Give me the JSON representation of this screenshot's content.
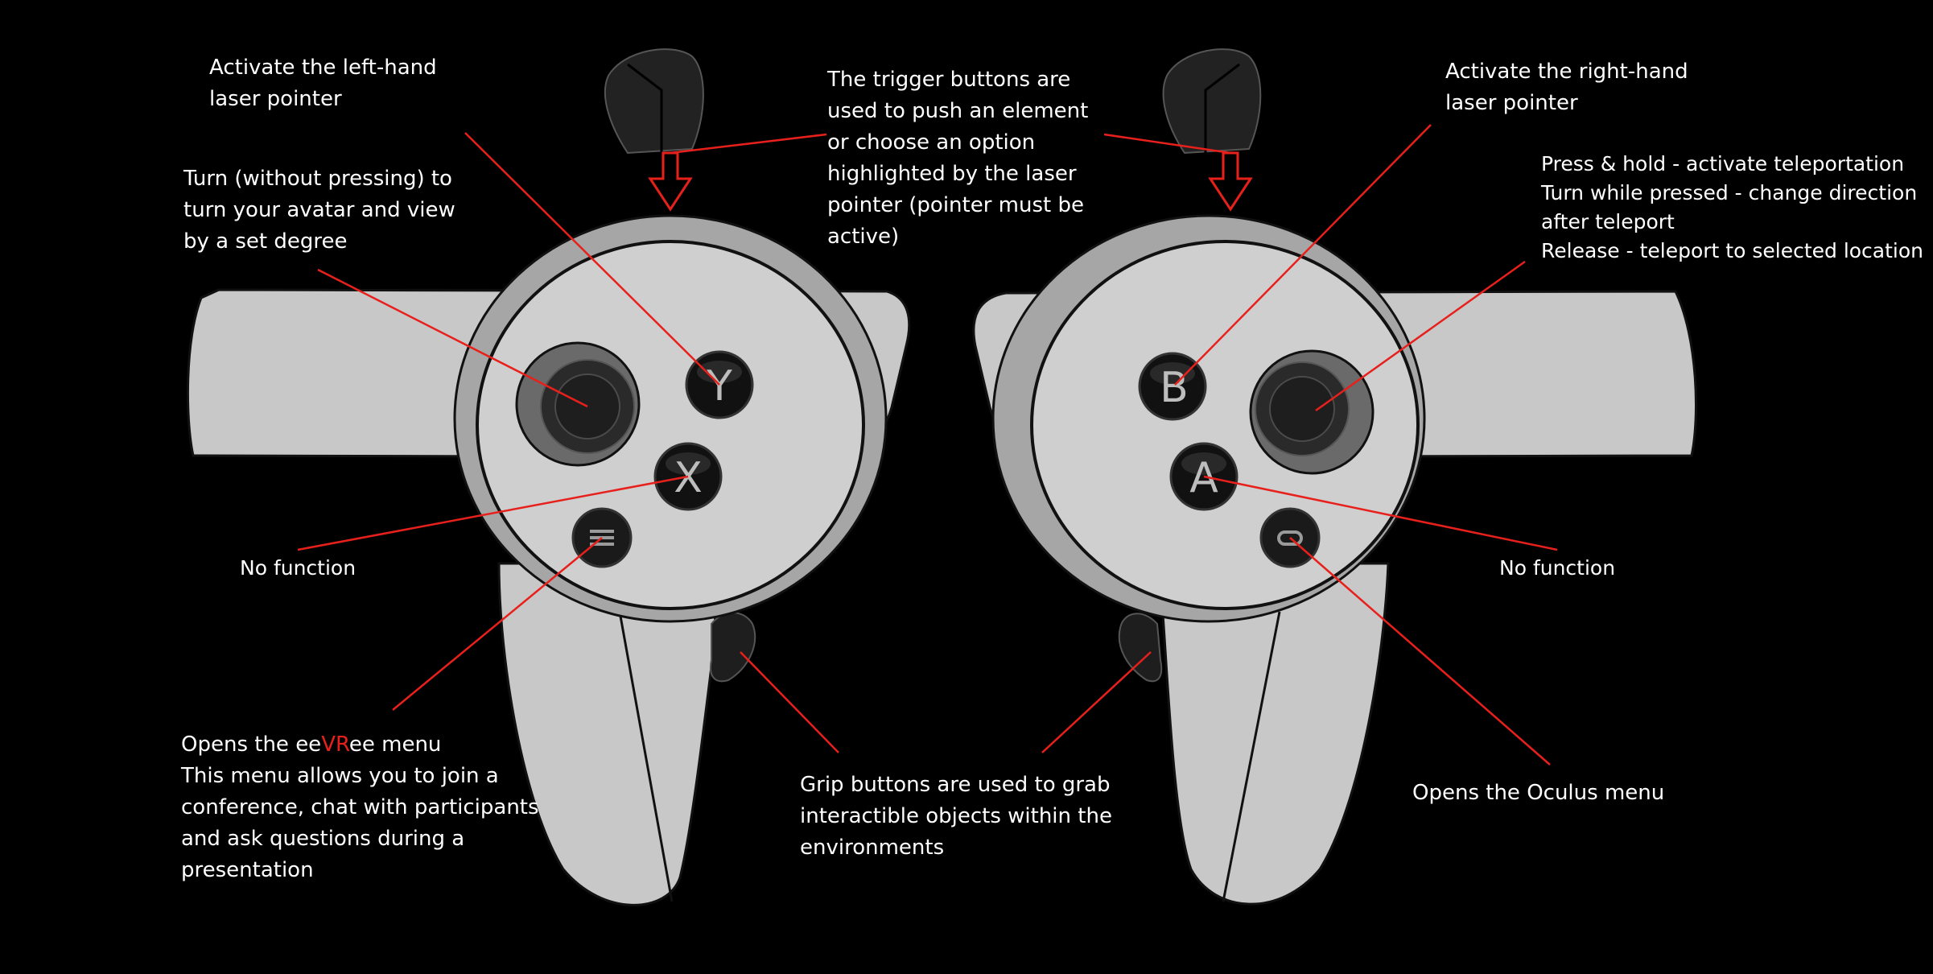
{
  "labels": {
    "left_laser": [
      "Activate the left-hand",
      "laser pointer"
    ],
    "left_turn": [
      "Turn (without pressing) to",
      "turn your avatar and view",
      "by a set degree"
    ],
    "trigger": [
      "The trigger buttons are",
      "used to push an element",
      "or choose an option",
      "highlighted by the laser",
      "pointer (pointer must be",
      "active)"
    ],
    "right_laser": [
      "Activate the right-hand",
      "laser pointer"
    ],
    "right_stick": [
      "Press & hold - activate teleportation",
      "Turn while pressed - change direction",
      "after teleport",
      "Release - teleport to selected location"
    ],
    "left_no_function": "No function",
    "right_no_function": "No function",
    "menu_title_pre": "Opens the ee",
    "menu_title_highlight": "VR",
    "menu_title_post": "ee menu",
    "menu_desc": [
      "This menu allows you to join a",
      "conference, chat with participants",
      "and ask questions during a",
      "presentation"
    ],
    "grip": [
      "Grip buttons are used to grab",
      "interactible objects within the",
      "environments"
    ],
    "oculus_menu": "Opens the Oculus menu"
  },
  "buttons": {
    "left_top": "Y",
    "left_bottom": "X",
    "left_menu_icon": "menu-icon",
    "right_top": "B",
    "right_bottom": "A",
    "right_menu_icon": "oculus-icon"
  },
  "colors": {
    "background": "#000000",
    "controller": "#c8c8c8",
    "controller_dark": "#a6a6a6",
    "outline": "#111111",
    "leader_line": "#e8201c",
    "text": "#ffffff"
  }
}
